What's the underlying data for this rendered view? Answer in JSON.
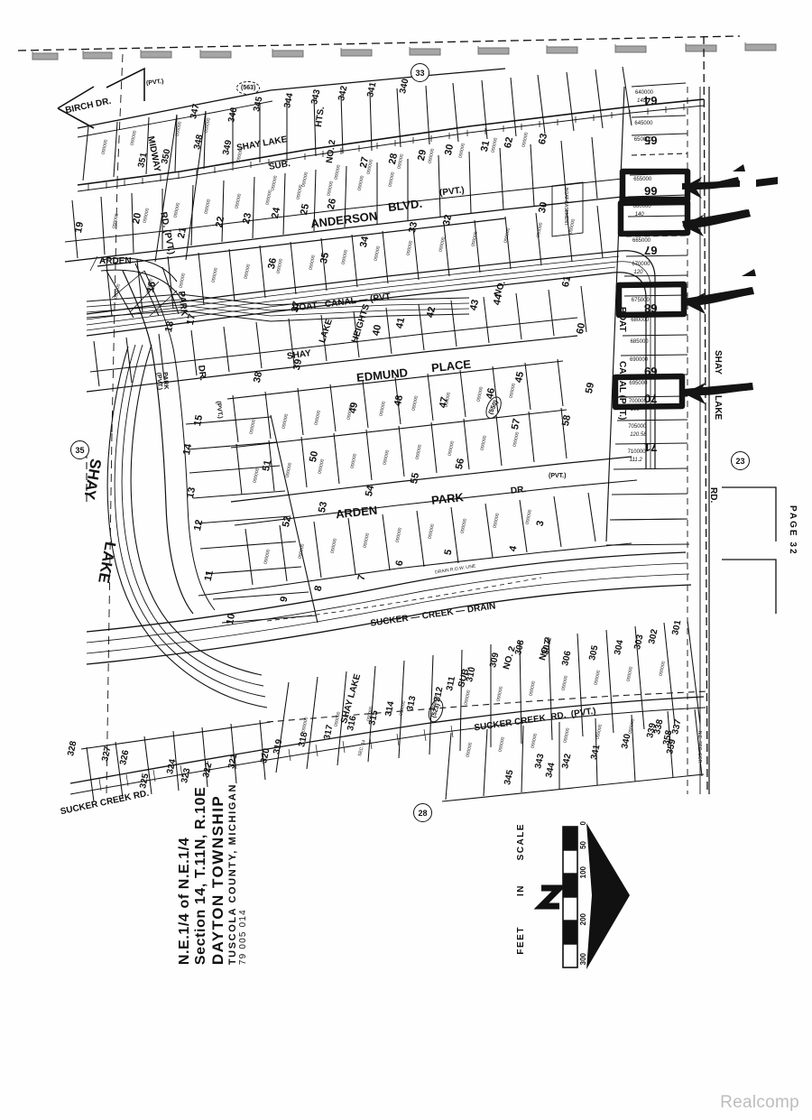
{
  "document": {
    "type": "plat-map",
    "page_edge_label": "PAGE 32",
    "watermark": "Realcomp",
    "circled_section_markers": [
      "33",
      "35",
      "23",
      "28"
    ]
  },
  "title_block": {
    "line1": "N.E.1/4 of N.E.1/4",
    "line2": "Section 14, T.11N, R.10E",
    "line3": "DAYTON TOWNSHIP",
    "line4": "TUSCOLA COUNTY, MICHIGAN",
    "line5": "79 005 014"
  },
  "scale_bar": {
    "label_words": [
      "SCALE",
      "IN",
      "FEET"
    ],
    "ticks": [
      "0",
      "50",
      "100",
      "200",
      "300"
    ],
    "north_arrow": "N"
  },
  "streets": [
    {
      "name": "BIRCH DR.",
      "suffix": "(PVT.)"
    },
    {
      "name": "MIDWAY RD.",
      "suffix": "(PVT.)"
    },
    {
      "name": "ANDERSON BLVD.",
      "suffix": "(PVT.)"
    },
    {
      "name": "BOAT CANAL",
      "suffix": "(PVT.)"
    },
    {
      "name": "EDMUND PLACE",
      "suffix": ""
    },
    {
      "name": "ARDEN PARK DR.",
      "suffix": "(PVT.)"
    },
    {
      "name": "PARK DR.",
      "suffix": "(PVT.)"
    },
    {
      "name": "SHAY LAKE RD.",
      "suffix": ""
    },
    {
      "name": "SUCKER CREEK RD.",
      "suffix": "(PVT.)"
    },
    {
      "name": "BOAT CANAL (PVT.)",
      "suffix": ""
    },
    {
      "name": "ARDEN",
      "suffix": ""
    }
  ],
  "water_features": [
    {
      "name": "SHAY LAKE"
    },
    {
      "name": "SUCKER CREEK DRAIN"
    }
  ],
  "subdivisions": [
    {
      "name": "SHAY LAKE SUB."
    },
    {
      "name": "SHAY LAKE HTS. NO. 2"
    },
    {
      "name": "SHAY LAKE HEIGHTS NO. 4"
    },
    {
      "name": "SHAY LAKE SUB. NO. 2"
    }
  ],
  "highlighted_parcels": [
    {
      "lot": "66",
      "parcel_id": "655000",
      "frontage": "",
      "marked": true
    },
    {
      "lot": "66",
      "parcel_id": "660000",
      "frontage": "140",
      "marked": true
    },
    {
      "lot": "68",
      "parcel_id": "680000",
      "frontage": "",
      "marked": true
    },
    {
      "lot": "70",
      "parcel_id": "700000",
      "frontage": "100",
      "marked": true
    }
  ],
  "lake_frontage_column": [
    {
      "lot": "64",
      "parcel_id": "640000",
      "dim": "140"
    },
    {
      "lot": "65",
      "parcel_id": "645000",
      "dim": ""
    },
    {
      "lot": "65",
      "parcel_id": "650000",
      "dim": ""
    },
    {
      "lot": "66",
      "parcel_id": "655000",
      "dim": ""
    },
    {
      "lot": "66",
      "parcel_id": "660000",
      "dim": "140"
    },
    {
      "lot": "67",
      "parcel_id": "665000",
      "dim": ""
    },
    {
      "lot": "67",
      "parcel_id": "670000",
      "dim": "120"
    },
    {
      "lot": "68",
      "parcel_id": "675000",
      "dim": ""
    },
    {
      "lot": "68",
      "parcel_id": "680000",
      "dim": ""
    },
    {
      "lot": "69",
      "parcel_id": "685000",
      "dim": ""
    },
    {
      "lot": "69",
      "parcel_id": "690000",
      "dim": ""
    },
    {
      "lot": "70",
      "parcel_id": "695000",
      "dim": ""
    },
    {
      "lot": "70",
      "parcel_id": "700000",
      "dim": "100"
    },
    {
      "lot": "71",
      "parcel_id": "705000",
      "dim": "120.58"
    },
    {
      "lot": "71",
      "parcel_id": "710000",
      "dim": "111.2"
    }
  ],
  "lot_numbers_top": [
    "64",
    "65",
    "66",
    "67",
    "68",
    "69",
    "70",
    "71",
    "340",
    "341",
    "342",
    "343",
    "344",
    "345",
    "346",
    "347",
    "348",
    "349",
    "350",
    "351",
    "19",
    "20",
    "21",
    "22",
    "23",
    "24",
    "25",
    "26",
    "27",
    "28",
    "29",
    "30",
    "31",
    "62",
    "63"
  ],
  "lot_numbers_mid": [
    "32",
    "33",
    "34",
    "35",
    "36",
    "37",
    "38",
    "39",
    "40",
    "41",
    "42",
    "43",
    "44",
    "45",
    "46",
    "47",
    "48",
    "49",
    "50",
    "51",
    "52",
    "53",
    "54",
    "55",
    "56",
    "57",
    "58",
    "59",
    "60",
    "61",
    "3",
    "4",
    "5",
    "6",
    "7",
    "8",
    "9",
    "10",
    "11",
    "12",
    "13",
    "14",
    "15",
    "16",
    "17",
    "18"
  ],
  "lot_numbers_bottom": [
    "301",
    "302",
    "303",
    "304",
    "305",
    "306",
    "307",
    "308",
    "309",
    "310",
    "311",
    "312",
    "313",
    "314",
    "315",
    "316",
    "317",
    "318",
    "319",
    "320",
    "321",
    "322",
    "323",
    "324",
    "325",
    "326",
    "327",
    "328",
    "338",
    "339",
    "340",
    "341",
    "342",
    "343",
    "344",
    "345",
    "337",
    "359",
    "358"
  ],
  "annotations": [
    {
      "text": "(563)",
      "type": "circled-parcel"
    },
    {
      "text": "(523)",
      "type": "circled-parcel"
    },
    {
      "text": "(550)",
      "type": "circled-parcel"
    },
    {
      "text": "N.E. SEC. COR.",
      "type": "corner-note"
    },
    {
      "text": "DRAIN R.O.W. LINE",
      "type": "easement-note"
    },
    {
      "text": "BOAT EASEMENT",
      "type": "easement-note"
    },
    {
      "text": "SEC. 14",
      "type": "section-note"
    }
  ],
  "colors": {
    "ink": "#111111",
    "paper": "#fefefe",
    "marker": "#141414",
    "watermark": "#bdbdbd"
  }
}
